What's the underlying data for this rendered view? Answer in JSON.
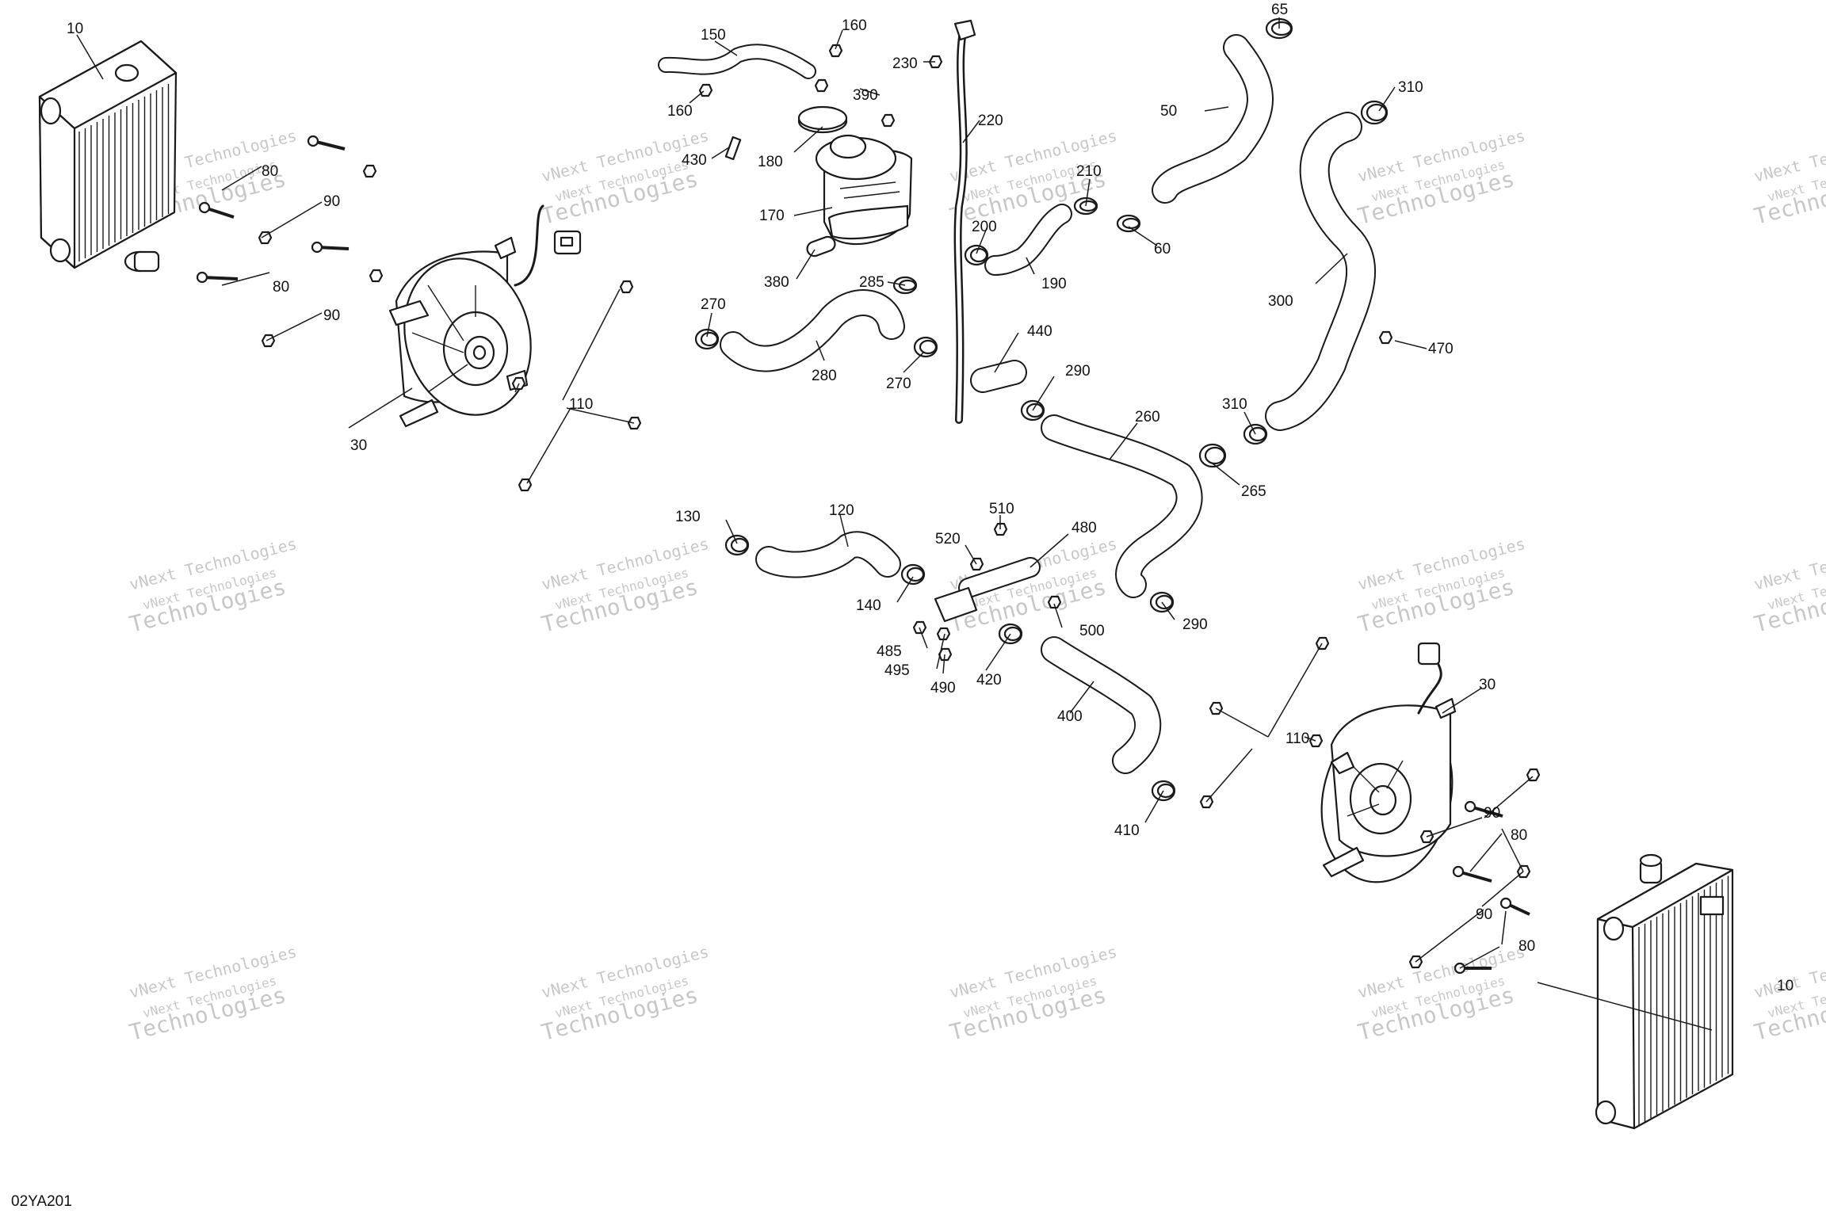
{
  "document_code": "02YA201",
  "watermark": {
    "line1": "vNext Technologies",
    "line2": "vNext Technologies",
    "line3": "Technologies"
  },
  "callouts": [
    {
      "id": "c10a",
      "text": "10"
    },
    {
      "id": "c80a",
      "text": "80"
    },
    {
      "id": "c90a",
      "text": "90"
    },
    {
      "id": "c80b",
      "text": "80"
    },
    {
      "id": "c90b",
      "text": "90"
    },
    {
      "id": "c30a",
      "text": "30"
    },
    {
      "id": "c110a",
      "text": "110"
    },
    {
      "id": "c150",
      "text": "150"
    },
    {
      "id": "c160a",
      "text": "160"
    },
    {
      "id": "c160b",
      "text": "160"
    },
    {
      "id": "c230",
      "text": "230"
    },
    {
      "id": "c390",
      "text": "390"
    },
    {
      "id": "c430",
      "text": "430"
    },
    {
      "id": "c180",
      "text": "180"
    },
    {
      "id": "c170",
      "text": "170"
    },
    {
      "id": "c380",
      "text": "380"
    },
    {
      "id": "c285",
      "text": "285"
    },
    {
      "id": "c270a",
      "text": "270"
    },
    {
      "id": "c280",
      "text": "280"
    },
    {
      "id": "c270b",
      "text": "270"
    },
    {
      "id": "c220",
      "text": "220"
    },
    {
      "id": "c200",
      "text": "200"
    },
    {
      "id": "c210",
      "text": "210"
    },
    {
      "id": "c190",
      "text": "190"
    },
    {
      "id": "c60",
      "text": "60"
    },
    {
      "id": "c65",
      "text": "65"
    },
    {
      "id": "c50",
      "text": "50"
    },
    {
      "id": "c310a",
      "text": "310"
    },
    {
      "id": "c300",
      "text": "300"
    },
    {
      "id": "c470",
      "text": "470"
    },
    {
      "id": "c440",
      "text": "440"
    },
    {
      "id": "c290a",
      "text": "290"
    },
    {
      "id": "c260",
      "text": "260"
    },
    {
      "id": "c310b",
      "text": "310"
    },
    {
      "id": "c265",
      "text": "265"
    },
    {
      "id": "c130",
      "text": "130"
    },
    {
      "id": "c120",
      "text": "120"
    },
    {
      "id": "c140",
      "text": "140"
    },
    {
      "id": "c510",
      "text": "510"
    },
    {
      "id": "c520",
      "text": "520"
    },
    {
      "id": "c480",
      "text": "480"
    },
    {
      "id": "c500",
      "text": "500"
    },
    {
      "id": "c485",
      "text": "485"
    },
    {
      "id": "c495",
      "text": "495"
    },
    {
      "id": "c490",
      "text": "490"
    },
    {
      "id": "c420",
      "text": "420"
    },
    {
      "id": "c400",
      "text": "400"
    },
    {
      "id": "c410",
      "text": "410"
    },
    {
      "id": "c290b",
      "text": "290"
    },
    {
      "id": "c110b",
      "text": "110"
    },
    {
      "id": "c30b",
      "text": "30"
    },
    {
      "id": "c90c",
      "text": "90"
    },
    {
      "id": "c80c",
      "text": "80"
    },
    {
      "id": "c90d",
      "text": "90"
    },
    {
      "id": "c80d",
      "text": "80"
    },
    {
      "id": "c10b",
      "text": "10"
    }
  ]
}
